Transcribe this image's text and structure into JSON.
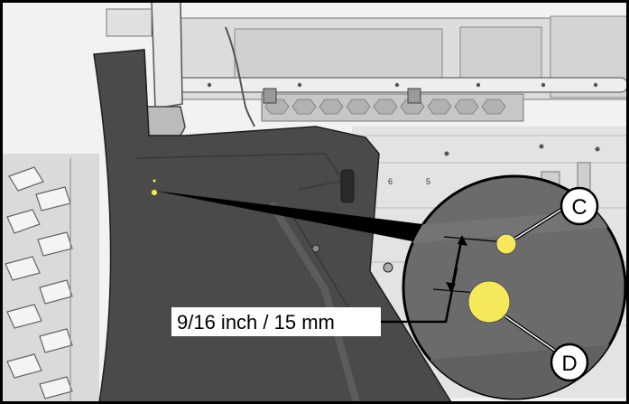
{
  "callouts": {
    "c": "C",
    "d": "D"
  },
  "dimension": {
    "label": "9/16 inch / 15 mm"
  },
  "panel_markings": {
    "mark_a": "6",
    "mark_b": "5"
  },
  "colors": {
    "fender": "#4a4a4a",
    "hole": "#f5e85a",
    "detail_circle": "#6b6b6b",
    "background": "#e9e9e9"
  }
}
